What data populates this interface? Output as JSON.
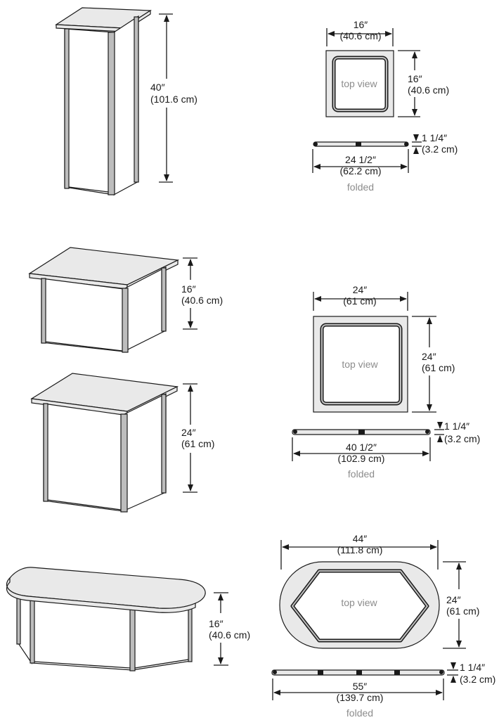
{
  "colors": {
    "line": "#1a1a1a",
    "top_surface": "#e9e9e9",
    "panel": "#ffffff",
    "frame": "#bdbdbd",
    "label_gray": "#8c8c8c"
  },
  "pedestal": {
    "height": {
      "in": "40″",
      "cm": "(101.6 cm)"
    },
    "top_width": {
      "in": "16″",
      "cm": "(40.6 cm)"
    },
    "top_depth": {
      "in": "16″",
      "cm": "(40.6 cm)"
    },
    "top_view_label": "top view",
    "folded_thickness": {
      "in": "1 1/4″",
      "cm": "(3.2 cm)"
    },
    "folded_length": {
      "in": "24 1/2″",
      "cm": "(62.2 cm)"
    },
    "folded_label": "folded"
  },
  "low_counter": {
    "height": {
      "in": "16″",
      "cm": "(40.6 cm)"
    }
  },
  "square_counter": {
    "height": {
      "in": "24″",
      "cm": "(61 cm)"
    },
    "top_width": {
      "in": "24″",
      "cm": "(61 cm)"
    },
    "top_depth": {
      "in": "24″",
      "cm": "(61 cm)"
    },
    "top_view_label": "top view",
    "folded_thickness": {
      "in": "1 1/4″",
      "cm": "(3.2 cm)"
    },
    "folded_length": {
      "in": "40 1/2″",
      "cm": "(102.9 cm)"
    },
    "folded_label": "folded"
  },
  "oval_counter": {
    "height": {
      "in": "16″",
      "cm": "(40.6 cm)"
    },
    "top_width": {
      "in": "44″",
      "cm": "(111.8 cm)"
    },
    "top_depth": {
      "in": "24″",
      "cm": "(61 cm)"
    },
    "top_view_label": "top view",
    "folded_thickness": {
      "in": "1 1/4″",
      "cm": "(3.2 cm)"
    },
    "folded_length": {
      "in": "55″",
      "cm": "(139.7 cm)"
    },
    "folded_label": "folded"
  }
}
